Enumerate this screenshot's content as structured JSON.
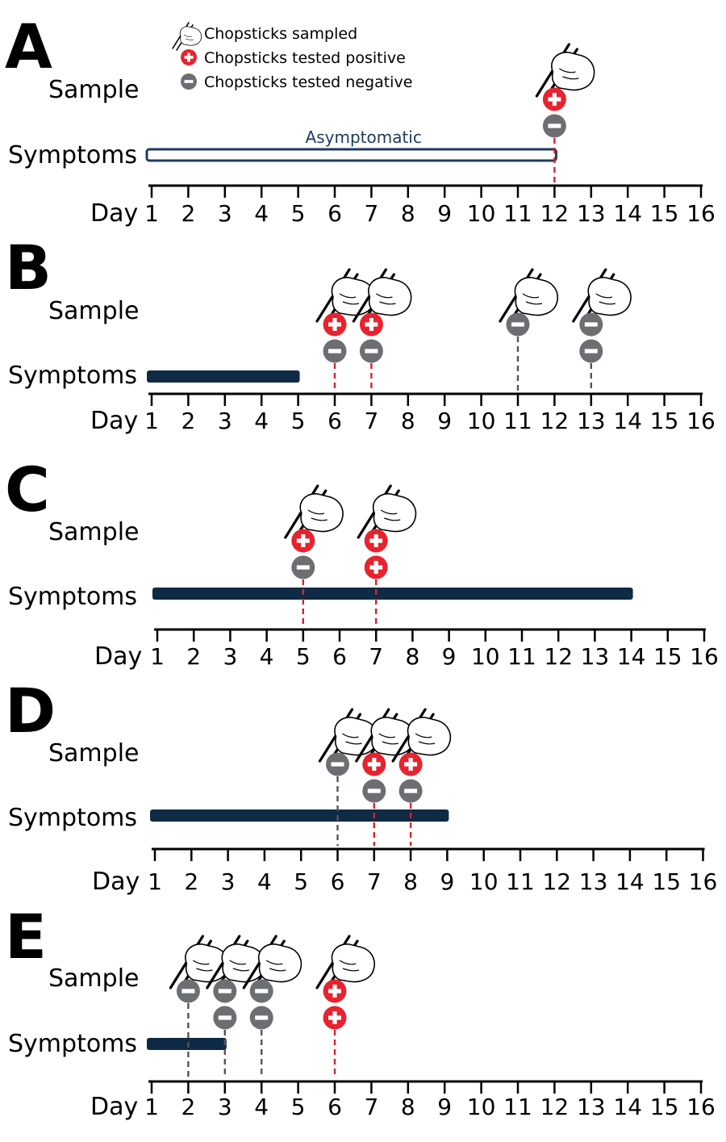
{
  "legend": {
    "sampled": "Chopsticks sampled",
    "positive": "Chopsticks tested positive",
    "negative": "Chopsticks tested negative"
  },
  "labels": {
    "sample": "Sample",
    "symptoms": "Symptoms",
    "day": "Day",
    "asymptomatic": "Asymptomatic"
  },
  "axis": {
    "days": [
      1,
      2,
      3,
      4,
      5,
      6,
      7,
      8,
      9,
      10,
      11,
      12,
      13,
      14,
      15,
      16
    ]
  },
  "colors": {
    "positive": "#e8222e",
    "negative": "#6d6e71",
    "symptom_bar": "#0f2a44",
    "asymptomatic_outline": "#1c3a5e",
    "dash_positive": "#d8232a",
    "dash_negative": "#555555",
    "text": "#000000"
  },
  "panels": [
    {
      "letter": "A",
      "symptoms": {
        "start": 1,
        "end": 12,
        "asymptomatic": true
      },
      "samples": [
        {
          "day": 12,
          "results": [
            "positive",
            "negative"
          ]
        }
      ]
    },
    {
      "letter": "B",
      "symptoms": {
        "start": 1,
        "end": 5,
        "asymptomatic": false
      },
      "samples": [
        {
          "day": 6,
          "results": [
            "positive",
            "negative"
          ]
        },
        {
          "day": 7,
          "results": [
            "positive",
            "negative"
          ]
        },
        {
          "day": 11,
          "results": [
            "negative"
          ]
        },
        {
          "day": 13,
          "results": [
            "negative",
            "negative"
          ]
        }
      ]
    },
    {
      "letter": "C",
      "symptoms": {
        "start": 1,
        "end": 14,
        "asymptomatic": false
      },
      "samples": [
        {
          "day": 5,
          "results": [
            "positive",
            "negative"
          ]
        },
        {
          "day": 7,
          "results": [
            "positive",
            "positive"
          ]
        }
      ]
    },
    {
      "letter": "D",
      "symptoms": {
        "start": 1,
        "end": 9,
        "asymptomatic": false
      },
      "samples": [
        {
          "day": 6,
          "results": [
            "negative"
          ]
        },
        {
          "day": 7,
          "results": [
            "positive",
            "negative"
          ]
        },
        {
          "day": 8,
          "results": [
            "positive",
            "negative"
          ]
        }
      ]
    },
    {
      "letter": "E",
      "symptoms": {
        "start": 1,
        "end": 3,
        "asymptomatic": false
      },
      "samples": [
        {
          "day": 2,
          "results": [
            "negative"
          ]
        },
        {
          "day": 3,
          "results": [
            "negative",
            "negative"
          ]
        },
        {
          "day": 4,
          "results": [
            "negative",
            "negative"
          ]
        },
        {
          "day": 6,
          "results": [
            "positive",
            "positive"
          ]
        }
      ]
    }
  ]
}
